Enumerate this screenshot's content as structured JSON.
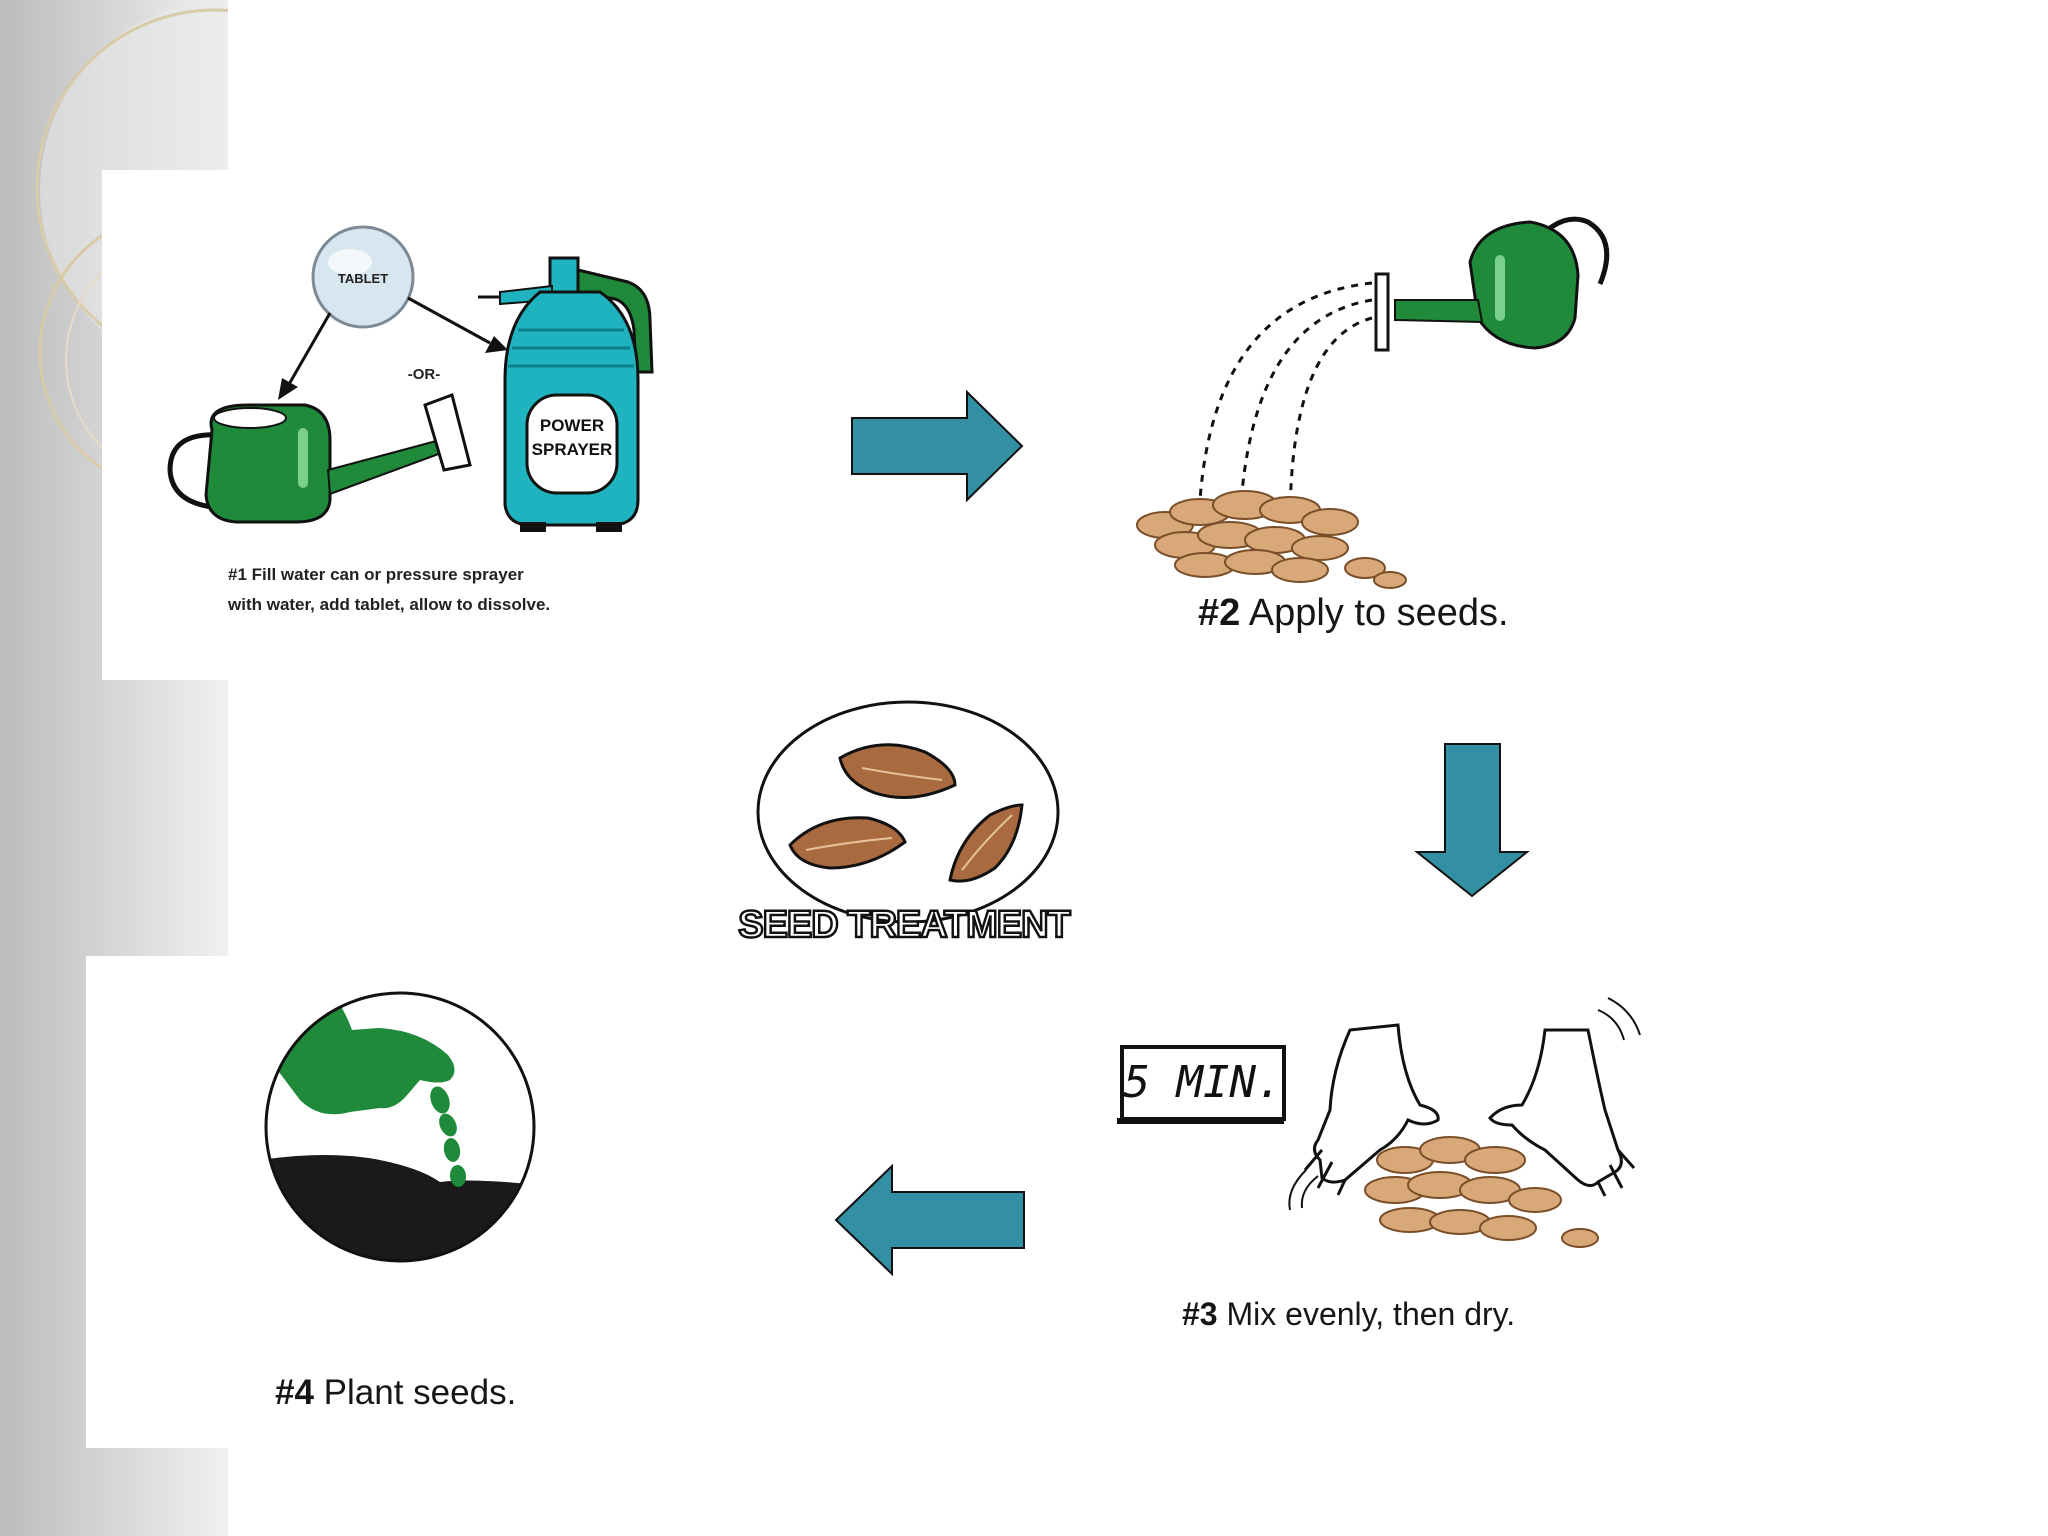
{
  "steps": {
    "step1": {
      "number": "#1",
      "line1": "Fill water can or pressure sprayer",
      "line2": "with water, add tablet, allow to dissolve."
    },
    "step2": {
      "number": "#2",
      "text": "Apply to seeds."
    },
    "step3": {
      "number": "#3",
      "text": "Mix evenly, then dry."
    },
    "step4": {
      "number": "#4",
      "text": "Plant seeds."
    }
  },
  "illustration_labels": {
    "tablet": "TABLET",
    "or": "-OR-",
    "sprayer_line1": "POWER",
    "sprayer_line2": "SPRAYER",
    "timer": "5 MIN.",
    "seed_treatment": "SEED TREATMENT"
  },
  "colors": {
    "arrow_fill": "#338fa4",
    "can_green": "#1f8a3a",
    "sprayer_teal": "#1fb3c0",
    "seed_tan": "#d8a878",
    "seed_brown": "#a86a3e",
    "soil": "#1a1a1a",
    "band_gray": "#cfcfcf",
    "ring_gold": "#d9cba8"
  },
  "flow_arrows": [
    "arrow-right",
    "arrow-down",
    "arrow-left"
  ]
}
